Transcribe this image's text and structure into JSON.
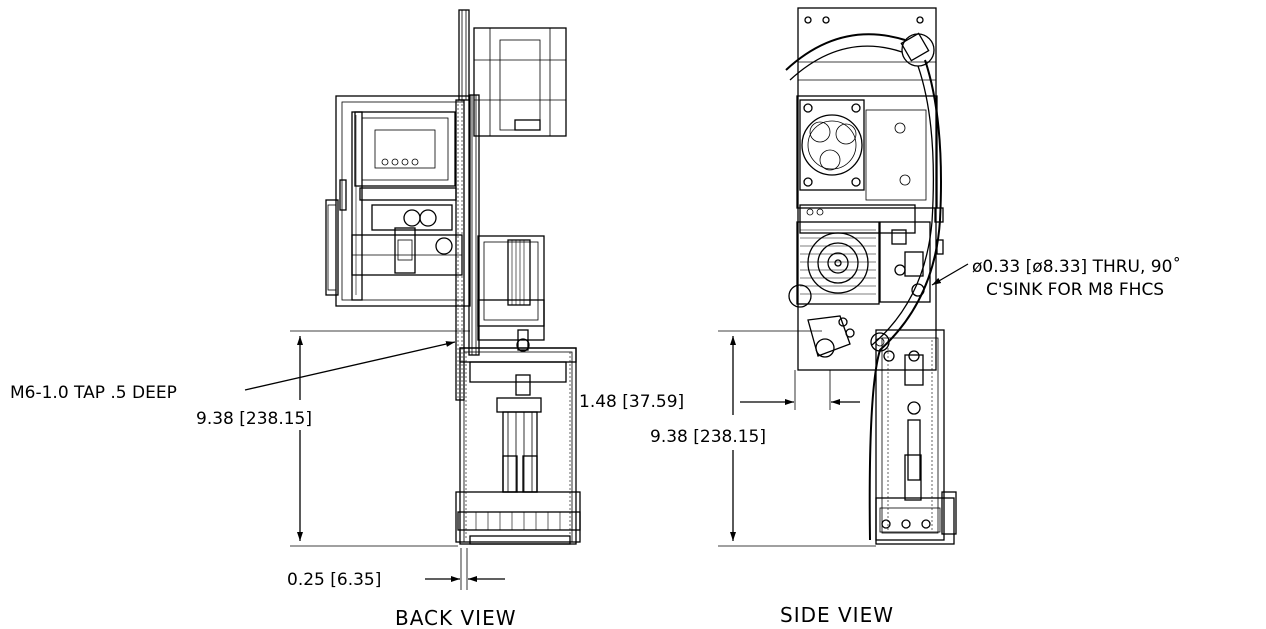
{
  "views": {
    "back": {
      "title": "BACK VIEW",
      "tap_note": "M6-1.0 TAP .5 DEEP",
      "height_dim": "9.38 [238.15]",
      "offset_dim": "0.25 [6.35]"
    },
    "side": {
      "title": "SIDE VIEW",
      "hole_note_line1": "ø0.33 [ø8.33] THRU, 90˚",
      "hole_note_line2": "C'SINK FOR M8 FHCS",
      "offset_dim": "1.48 [37.59]",
      "height_dim": "9.38 [238.15]"
    }
  }
}
